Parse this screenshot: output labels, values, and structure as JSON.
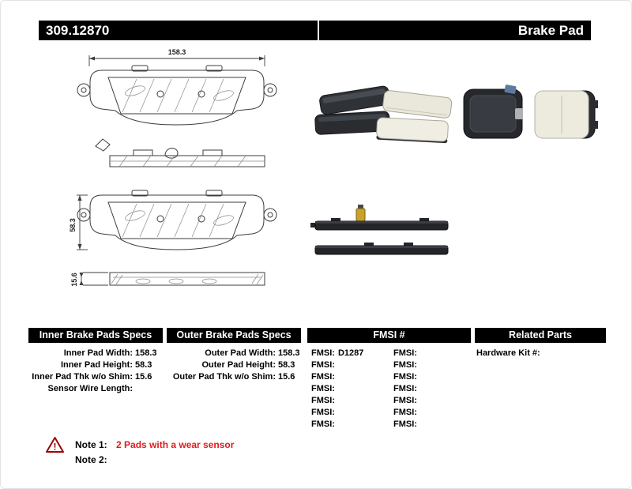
{
  "header": {
    "part_number": "309.12870",
    "product_type": "Brake Pad"
  },
  "drawing": {
    "width_dim": "158.3",
    "height_dim": "58.3",
    "thickness_dim": "15.6"
  },
  "specs": {
    "inner": {
      "title": "Inner Brake Pads Specs",
      "rows": [
        {
          "label": "Inner Pad Width:",
          "value": "158.3"
        },
        {
          "label": "Inner Pad Height:",
          "value": "58.3"
        },
        {
          "label": "Inner Pad Thk w/o Shim:",
          "value": "15.6"
        },
        {
          "label": "Sensor Wire Length:",
          "value": ""
        }
      ]
    },
    "outer": {
      "title": "Outer Brake Pads Specs",
      "rows": [
        {
          "label": "Outer Pad Width:",
          "value": "158.3"
        },
        {
          "label": "Outer Pad Height:",
          "value": "58.3"
        },
        {
          "label": "Outer Pad Thk w/o Shim:",
          "value": "15.6"
        }
      ]
    },
    "fmsi": {
      "title": "FMSI #",
      "col1": [
        {
          "label": "FMSI:",
          "value": "D1287"
        },
        {
          "label": "FMSI:",
          "value": ""
        },
        {
          "label": "FMSI:",
          "value": ""
        },
        {
          "label": "FMSI:",
          "value": ""
        },
        {
          "label": "FMSI:",
          "value": ""
        },
        {
          "label": "FMSI:",
          "value": ""
        },
        {
          "label": "FMSI:",
          "value": ""
        }
      ],
      "col2": [
        {
          "label": "FMSI:",
          "value": ""
        },
        {
          "label": "FMSI:",
          "value": ""
        },
        {
          "label": "FMSI:",
          "value": ""
        },
        {
          "label": "FMSI:",
          "value": ""
        },
        {
          "label": "FMSI:",
          "value": ""
        },
        {
          "label": "FMSI:",
          "value": ""
        },
        {
          "label": "FMSI:",
          "value": ""
        }
      ]
    },
    "related": {
      "title": "Related Parts",
      "rows": [
        {
          "label": "Hardware Kit #:",
          "value": ""
        }
      ]
    }
  },
  "notes": {
    "note1_label": "Note 1:",
    "note1_text": "2 Pads with a wear sensor",
    "note2_label": "Note 2:",
    "note2_text": ""
  }
}
